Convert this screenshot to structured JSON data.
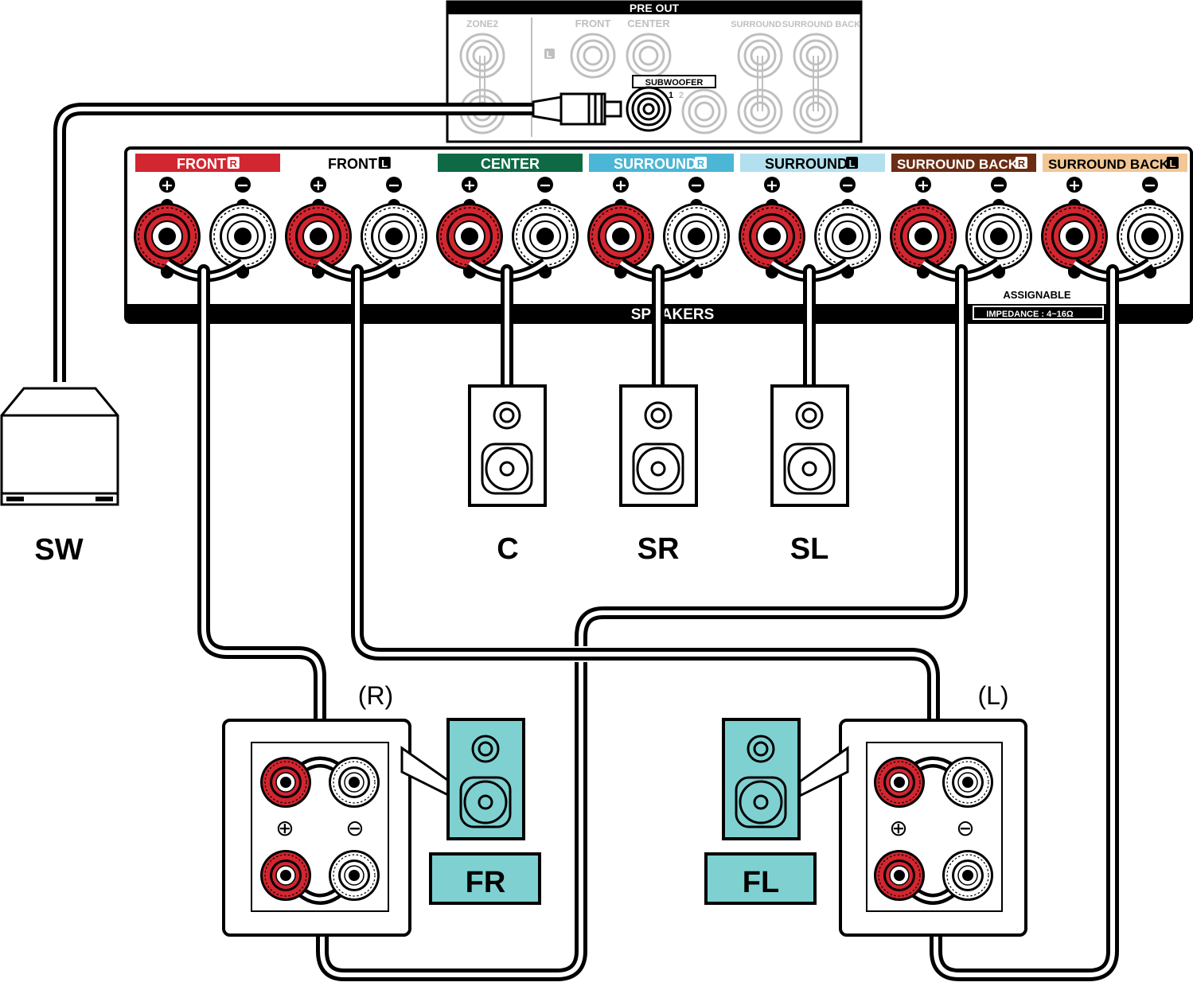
{
  "pre_out": {
    "title": "PRE OUT",
    "labels": {
      "zone2": "ZONE2",
      "front": "FRONT",
      "center": "CENTER",
      "surround": "SURROUND",
      "surround_back": "SURROUND BACK",
      "left_mark": "L",
      "subwoofer": "SUBWOOFER",
      "sub_1": "1",
      "sub_2": "2"
    }
  },
  "speaker_panel": {
    "title": "SPEAKERS",
    "assignable": "ASSIGNABLE",
    "impedance": "IMPEDANCE : 4~16Ω",
    "channels": [
      {
        "label": "FRONT",
        "side": "R",
        "color": "#d22630",
        "text_color": "#ffffff"
      },
      {
        "label": "FRONT",
        "side": "L",
        "color": "#ffffff",
        "text_color": "#000000"
      },
      {
        "label": "CENTER",
        "side": "",
        "color": "#0e6a45",
        "text_color": "#ffffff"
      },
      {
        "label": "SURROUND",
        "side": "R",
        "color": "#4bb6d6",
        "text_color": "#ffffff"
      },
      {
        "label": "SURROUND",
        "side": "L",
        "color": "#b3e0ee",
        "text_color": "#000000"
      },
      {
        "label": "SURROUND BACK",
        "side": "R",
        "color": "#6b2d13",
        "text_color": "#ffffff"
      },
      {
        "label": "SURROUND BACK",
        "side": "L",
        "color": "#f2c795",
        "text_color": "#000000"
      }
    ],
    "plus": "+",
    "minus": "−"
  },
  "speakers": {
    "sw": "SW",
    "c": "C",
    "sr": "SR",
    "sl": "SL",
    "fr": "FR",
    "fl": "FL",
    "r_side": "(R)",
    "l_side": "(L)",
    "plus_sym": "⊕",
    "minus_sym": "⊖"
  },
  "colors": {
    "terminal_red": "#d22630",
    "speaker_fill": "#7fd1d1",
    "cable": "#000000",
    "pre_out_gray": "#bfbfbf"
  }
}
